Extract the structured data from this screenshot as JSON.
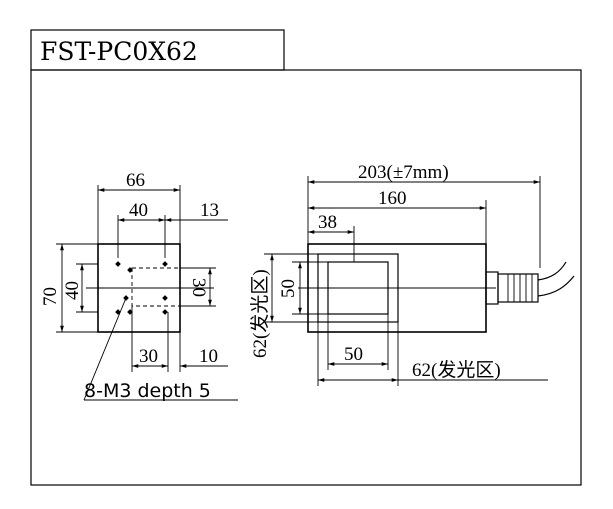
{
  "title": "FST-PC0X62",
  "front_view": {
    "width_outer": "66",
    "hole_spacing_h": "40",
    "edge_offset": "13",
    "height_outer": "70",
    "hole_spacing_v": "40",
    "window_height": "30",
    "window_width": "30",
    "edge_offset_bottom": "10",
    "hole_note": "8-M3 depth 5"
  },
  "side_view": {
    "total_length": "203(±7mm)",
    "body_length": "160",
    "window_offset": "38",
    "emitting_height": "62(发光区)",
    "inner_height": "50",
    "inner_width": "50",
    "emitting_width": "62(发光区)"
  }
}
